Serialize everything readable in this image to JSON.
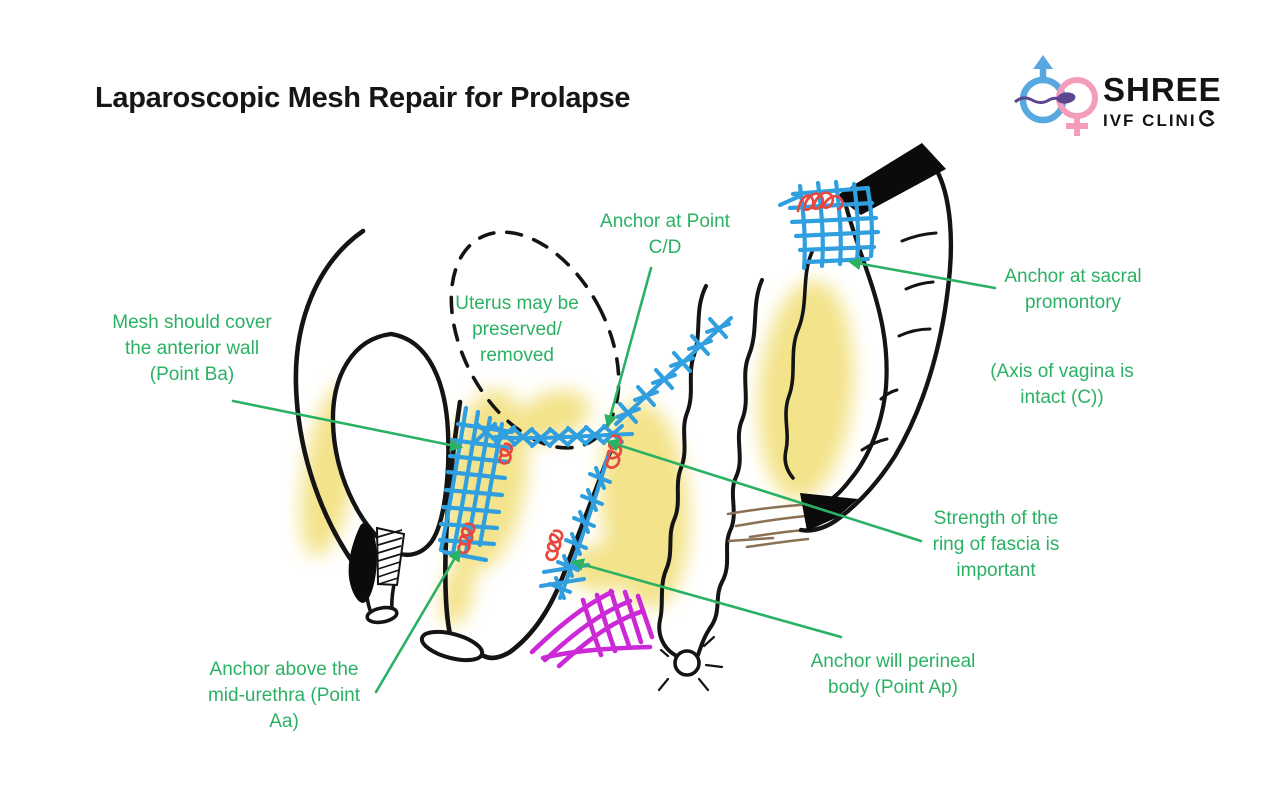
{
  "page": {
    "title": "Laparoscopic Mesh Repair for Prolapse",
    "background_color": "#ffffff"
  },
  "logo": {
    "brand": "SHREE",
    "subtitle": "IVF CLINI",
    "stylized_final_letter": "C",
    "male_symbol_color": "#58a8e0",
    "female_symbol_color": "#f49dbb",
    "sperm_color": "#5d4690",
    "text_color": "#141414"
  },
  "colors": {
    "annotation_green": "#2bb164",
    "mesh_blue": "#309fe0",
    "anchor_red": "#e8473f",
    "muscle_magenta": "#cc29d6",
    "highlight_yellow": "#f2e07e",
    "outline_black": "#141414",
    "hatch_brown": "#8a7156"
  },
  "annotations": [
    {
      "id": "point-cd",
      "text": "Anchor at Point\nC/D"
    },
    {
      "id": "uterus",
      "text": "Uterus may be\npreserved/\nremoved"
    },
    {
      "id": "point-ba",
      "text": "Mesh should cover\nthe anterior wall\n(Point Ba)"
    },
    {
      "id": "sacral",
      "text": "Anchor at sacral\npromontory"
    },
    {
      "id": "axis",
      "text": "(Axis of vagina is\nintact (C))"
    },
    {
      "id": "fascia",
      "text": "Strength of the\nring of fascia is\nimportant"
    },
    {
      "id": "point-aa",
      "text": "Anchor above the\nmid-urethra (Point\nAa)"
    },
    {
      "id": "point-ap",
      "text": "Anchor will perineal\nbody (Point Ap)"
    }
  ],
  "diagram": {
    "parts": [
      "pelvic-outline",
      "bladder-outline",
      "urethra-outline",
      "pubic-symphysis-shape",
      "urethral-sphincter-hatching",
      "vagina-outline",
      "uterus-dashed-outline",
      "rectum-outline",
      "anus-circle",
      "anal-hatching",
      "sacrum-outline",
      "sacrum-top-black-band",
      "coccyx-tip",
      "highlight-regions",
      "perineal-muscle-strokes",
      "mesh-anterior-patch",
      "mesh-sacral-patch",
      "mesh-apex-stitches",
      "mesh-sacral-arm-stitches",
      "mesh-posterior-stitches",
      "tack-anchor-spirals",
      "leader-arrows"
    ]
  }
}
